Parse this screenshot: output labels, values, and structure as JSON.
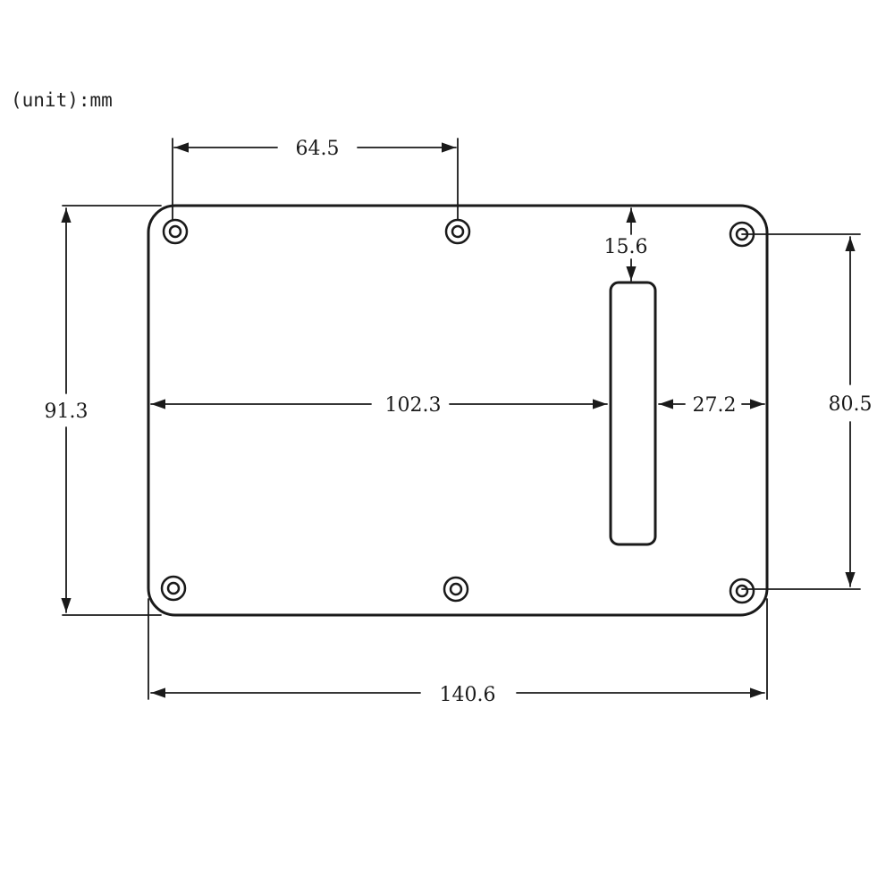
{
  "unit_label": "(unit):mm",
  "dimensions": {
    "hole_spacing": "64.5",
    "slot_top_offset": "15.6",
    "slot_left_offset": "102.3",
    "slot_right_offset": "27.2",
    "overall_height": "91.3",
    "hole_vertical_spacing": "80.5",
    "overall_width": "140.6"
  },
  "colors": {
    "line": "#1a1a1a",
    "background": "#ffffff"
  }
}
